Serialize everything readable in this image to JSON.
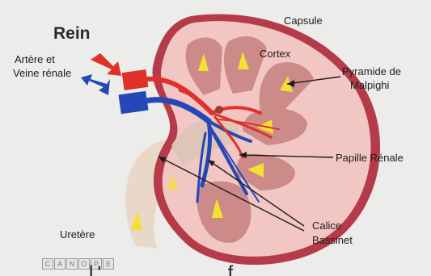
{
  "diagram": {
    "title": "Rein",
    "labels": {
      "artere": "Artère et",
      "veine": "Veine rénale",
      "capsule": "Capsule",
      "cortex": "Cortex",
      "pyramide1": "Pyramide de",
      "pyramide2": "Malpighi",
      "papille": "Papille Rénale",
      "calice": "Calice",
      "bassinet": "Bassinet",
      "uretere": "Uretère"
    },
    "logo_letters": [
      "C",
      "A",
      "N",
      "O",
      "P",
      "E"
    ],
    "subtitle_fragment": "l' ... ... ... f"
  },
  "colors": {
    "capsule": "#b53a4a",
    "cortex": "#f2c6c2",
    "pyramid": "#cc8a88",
    "artery": "#e0302a",
    "vein": "#2448b8",
    "arrow": "#f4e030",
    "ureter": "#e9d8c8"
  }
}
